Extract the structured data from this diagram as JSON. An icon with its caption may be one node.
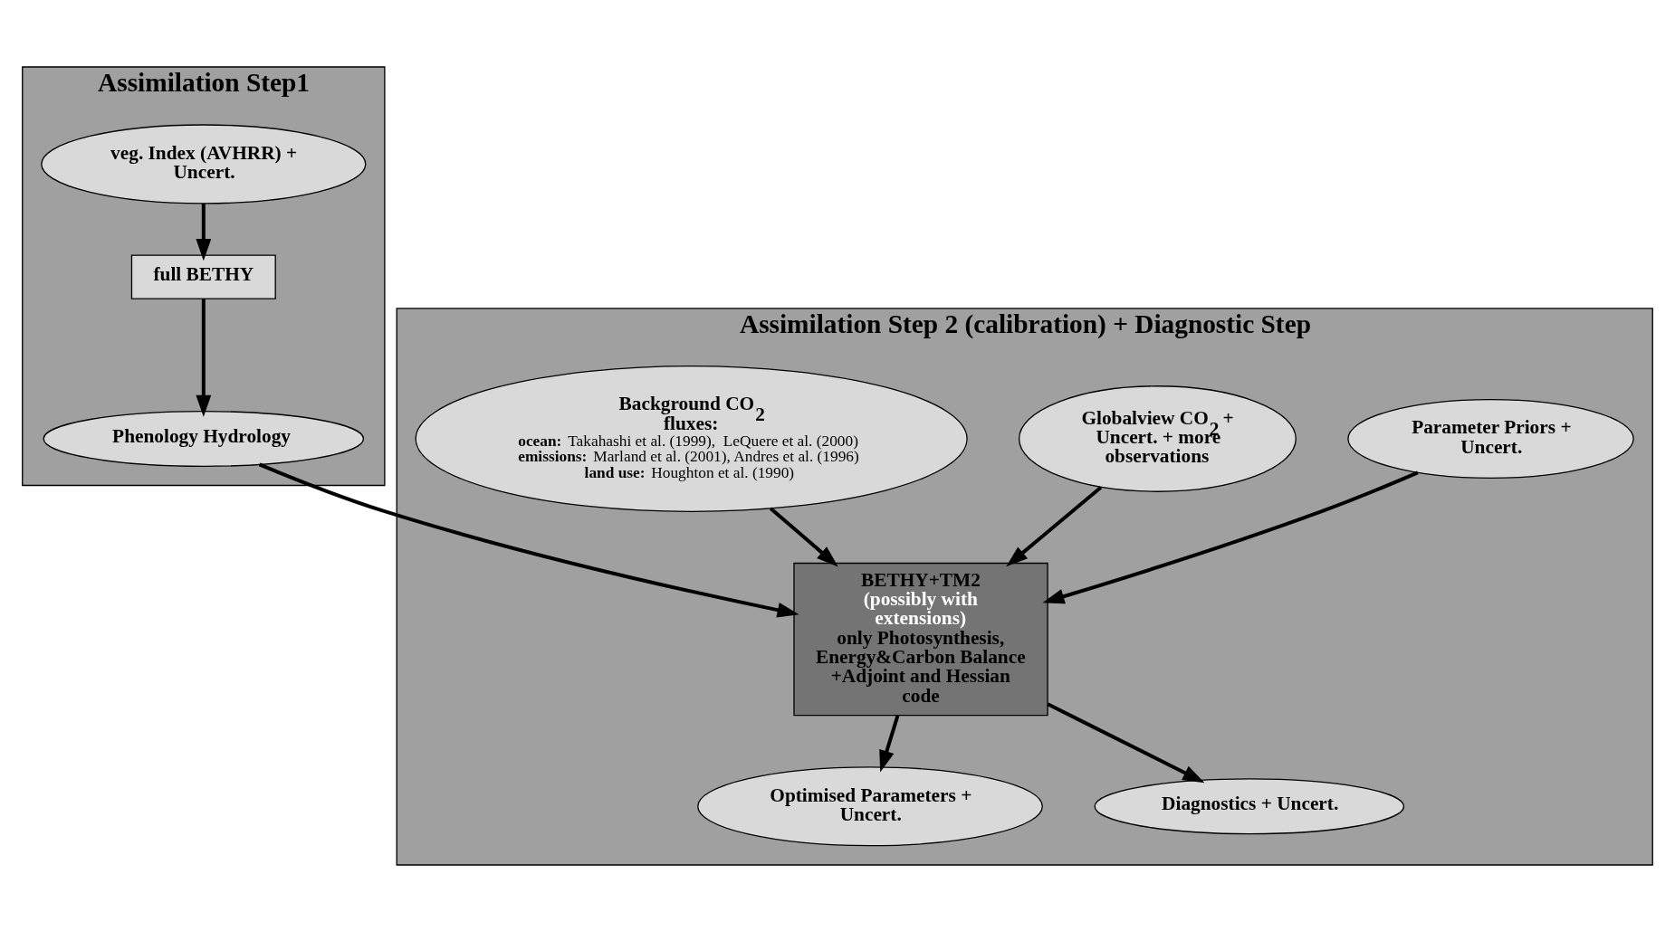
{
  "diagram": {
    "nodes": [
      {
        "text": [
          "Assimilation Step1"
        ]
      },
      {
        "text": [
          "veg. Index (AVHRR) + Uncert."
        ],
        "in": 0
      },
      {
        "text": [
          "full BETHY"
        ],
        "in": 0
      },
      {
        "text": [
          "Phenology Hydrology"
        ],
        "in": 0
      },
      {
        "text": [
          "Assimilation Step 2 (calibration) + Diagnostic Step"
        ]
      },
      {
        "text": [
          "Parameter Priors + Uncert."
        ],
        "in": 4
      },
      {
        "text": [
          "Globalview CO$_{2}$ + Uncert. + more observations"
        ],
        "in": 4
      },
      {
        "text": [
          "BETHY+TM2",
          "(possibly with extensions)",
          "only Photosynthesis, Energy&Carbon Balance +Adjoint and Hessian code"
        ],
        "in": 4
      },
      {
        "text": [
          "Background CO$_{2}$ fluxes:",
          "**ocean:** Takahashi et al. (1999),  LeQuere et al. (2000)",
          "**emissions:** Marland et al. (2001), Andres et al. (1996)",
          "**land use:** Houghton et al. (1990)"
        ],
        "in": 4
      },
      {
        "text": [
          "Optimised Parameters + Uncert."
        ],
        "in": 4
      },
      {
        "text": [
          "Diagnostics + Uncert."
        ],
        "in": 4
      }
    ],
    "edges": [
      {
        "from": 1,
        "to": 2,
        "arrow": "to"
      },
      {
        "from": 2,
        "to": 3,
        "arrow": "to"
      },
      {
        "from": 3,
        "to": 7,
        "arrow": "to"
      },
      {
        "from": 5,
        "to": 7,
        "arrow": "to"
      },
      {
        "from": 6,
        "to": 7,
        "arrow": "to"
      },
      {
        "from": 8,
        "to": 7,
        "arrow": "to"
      },
      {
        "from": 7,
        "to": 9,
        "arrow": "to"
      },
      {
        "from": 7,
        "to": 10,
        "arrow": "to"
      }
    ]
  }
}
